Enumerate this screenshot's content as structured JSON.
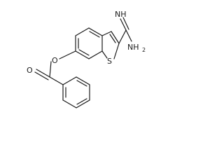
{
  "structure": {
    "atoms": {
      "imine": "NH",
      "amine_main": "NH",
      "amine_sub": "2",
      "sulfur": "S",
      "ester_oxygen": "O",
      "carbonyl_oxygen": "O"
    }
  }
}
